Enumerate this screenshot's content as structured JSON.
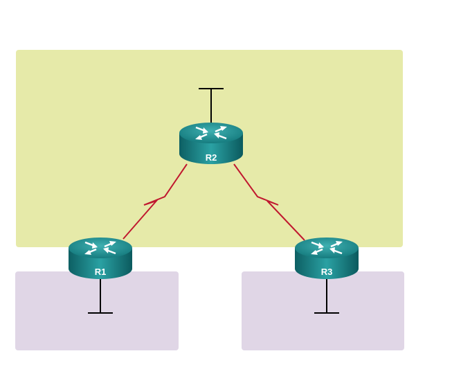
{
  "routers": [
    {
      "label": "R1"
    },
    {
      "label": "R2"
    },
    {
      "label": "R3"
    }
  ],
  "colors": {
    "wan_area": "#e6eaa9",
    "lan_area": "#e0d6e6",
    "router": "#1a8a8a",
    "serial_link": "#c0182f"
  }
}
